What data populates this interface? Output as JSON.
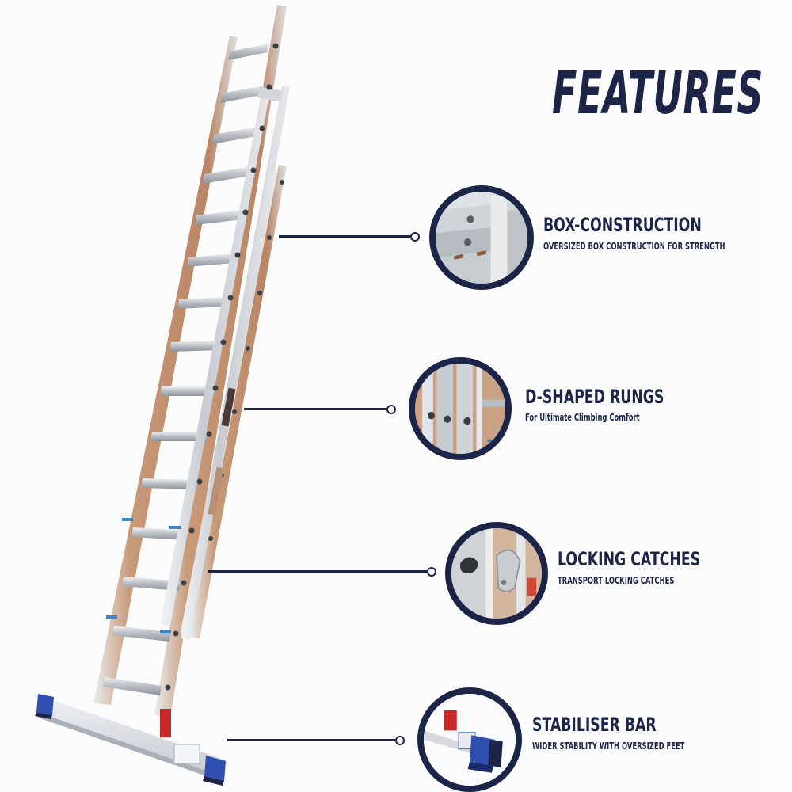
{
  "title": "FEATURES",
  "colors": {
    "navy": "#1c2548",
    "background": "#fcfcfc",
    "aluminium": "#c9cdd2",
    "foot_blue": "#2f4fb0"
  },
  "features": [
    {
      "title": "BOX-CONSTRUCTION",
      "subtitle": "OVERSIZED BOX CONSTRUCTION FOR STRENGTH",
      "icon": "box-construction-photo"
    },
    {
      "title": "D-SHAPED RUNGS",
      "subtitle": "For Ultimate Climbing Comfort",
      "icon": "d-shaped-rungs-photo"
    },
    {
      "title": "LOCKING CATCHES",
      "subtitle": "TRANSPORT LOCKING CATCHES",
      "icon": "locking-catch-photo"
    },
    {
      "title": "STABILISER BAR",
      "subtitle": "WIDER STABILITY WITH OVERSIZED FEET",
      "icon": "stabiliser-foot-photo"
    }
  ],
  "product": {
    "name": "triple-section extension ladder",
    "icon": "ladder-illustration"
  }
}
